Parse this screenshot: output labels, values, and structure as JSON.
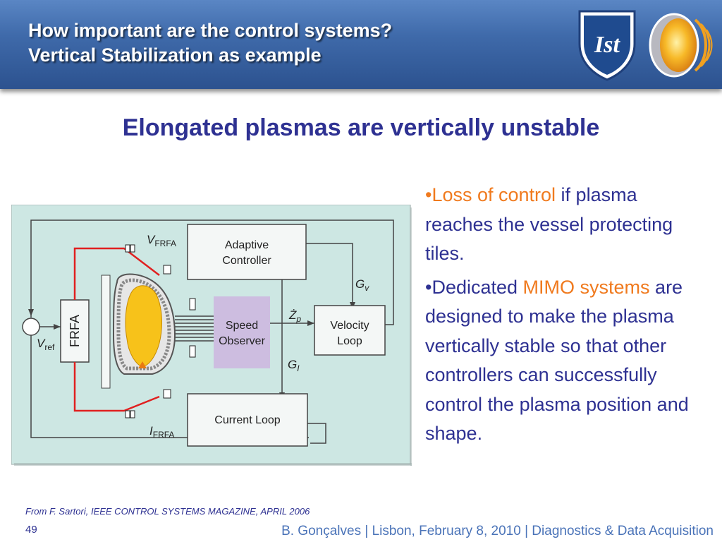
{
  "header": {
    "title_line1": "How important are the control systems?",
    "title_line2": "Vertical Stabilization as example",
    "logo_left_text": "Ist"
  },
  "subtitle": "Elongated plasmas are vertically unstable",
  "diagram": {
    "frfa_label": "FRFA",
    "adaptive_controller_line1": "Adaptive",
    "adaptive_controller_line2": "Controller",
    "speed_observer_line1": "Speed",
    "speed_observer_line2": "Observer",
    "velocity_loop_line1": "Velocity",
    "velocity_loop_line2": "Loop",
    "current_loop_label": "Current Loop",
    "v_frfa_main": "V",
    "v_frfa_sub": "FRFA",
    "i_frfa_main": "I",
    "i_frfa_sub": "FRFA",
    "v_ref_main": "V",
    "v_ref_sub": "ref",
    "g_v_main": "G",
    "g_v_sub": "v",
    "g_i_main": "G",
    "g_i_sub": "I",
    "zp_main": "Ż",
    "zp_sub": "p",
    "colors": {
      "background": "#cde7e3",
      "speed_observer_fill": "#cdbde0",
      "coil_red": "#e02020",
      "plasma_yellow": "#f7c21a"
    }
  },
  "bullets": [
    {
      "prefix": "•",
      "highlight": "Loss of control",
      "rest": " if plasma reaches the vessel protecting tiles."
    },
    {
      "prefix": "•",
      "lead": "Dedicated ",
      "highlight": "MIMO systems",
      "rest": " are designed to make the plasma vertically stable so that other controllers can successfully control the plasma position and shape."
    }
  ],
  "source": "From F. Sartori, IEEE CONTROL SYSTEMS MAGAZINE, APRIL 2006",
  "page_number": "49",
  "footer": "B. Gonçalves | Lisbon, February 8, 2010 | Diagnostics & Data Acquisition"
}
